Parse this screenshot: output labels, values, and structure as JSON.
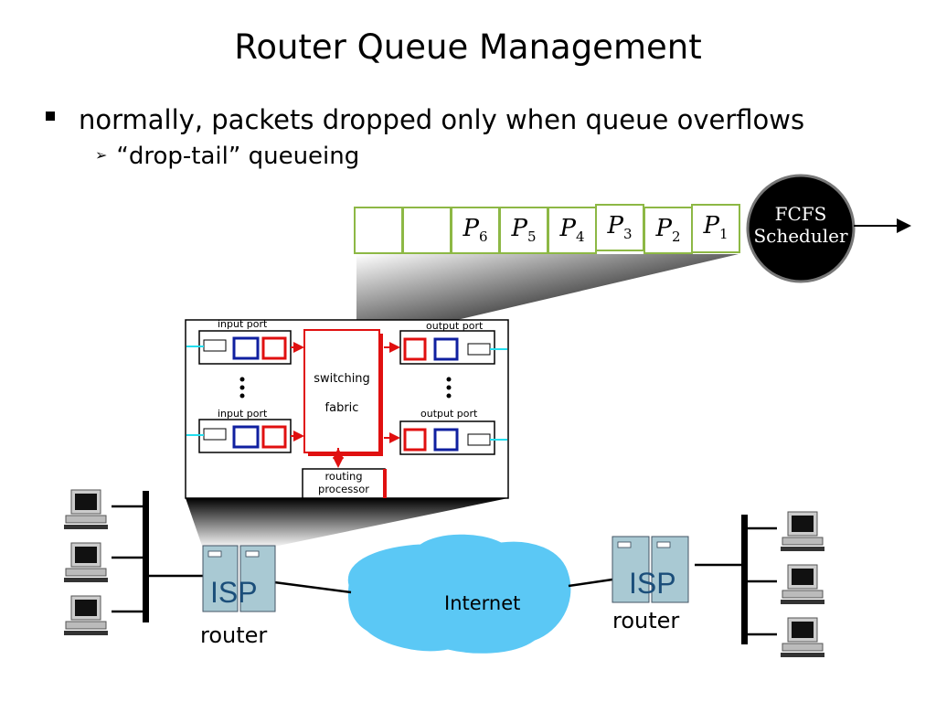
{
  "slide": {
    "title": "Router Queue Management",
    "bullet": "normally, packets dropped only when queue overflows",
    "sub_bullet": "“drop-tail” queueing"
  },
  "queue": {
    "packets": [
      {
        "letter": "P",
        "sub": "6"
      },
      {
        "letter": "P",
        "sub": "5"
      },
      {
        "letter": "P",
        "sub": "4"
      },
      {
        "letter": "P",
        "sub": "3"
      },
      {
        "letter": "P",
        "sub": "2"
      },
      {
        "letter": "P",
        "sub": "1"
      }
    ],
    "scheduler_line1": "FCFS",
    "scheduler_line2": "Scheduler"
  },
  "router_detail": {
    "input_port_top": "input port",
    "input_port_bottom": "input port",
    "output_port_top": "output port",
    "output_port_bottom": "output port",
    "switching": "switching",
    "fabric": "fabric",
    "routing": "routing",
    "processor": "processor"
  },
  "network": {
    "isp_left": "ISP",
    "isp_right": "ISP",
    "router_left": "router",
    "router_right": "router",
    "internet": "Internet"
  },
  "colors": {
    "queue_border": "#8db845",
    "cloud": "#5bc8f5",
    "accent_red": "#e01010",
    "link_cyan": "#22ddee"
  }
}
